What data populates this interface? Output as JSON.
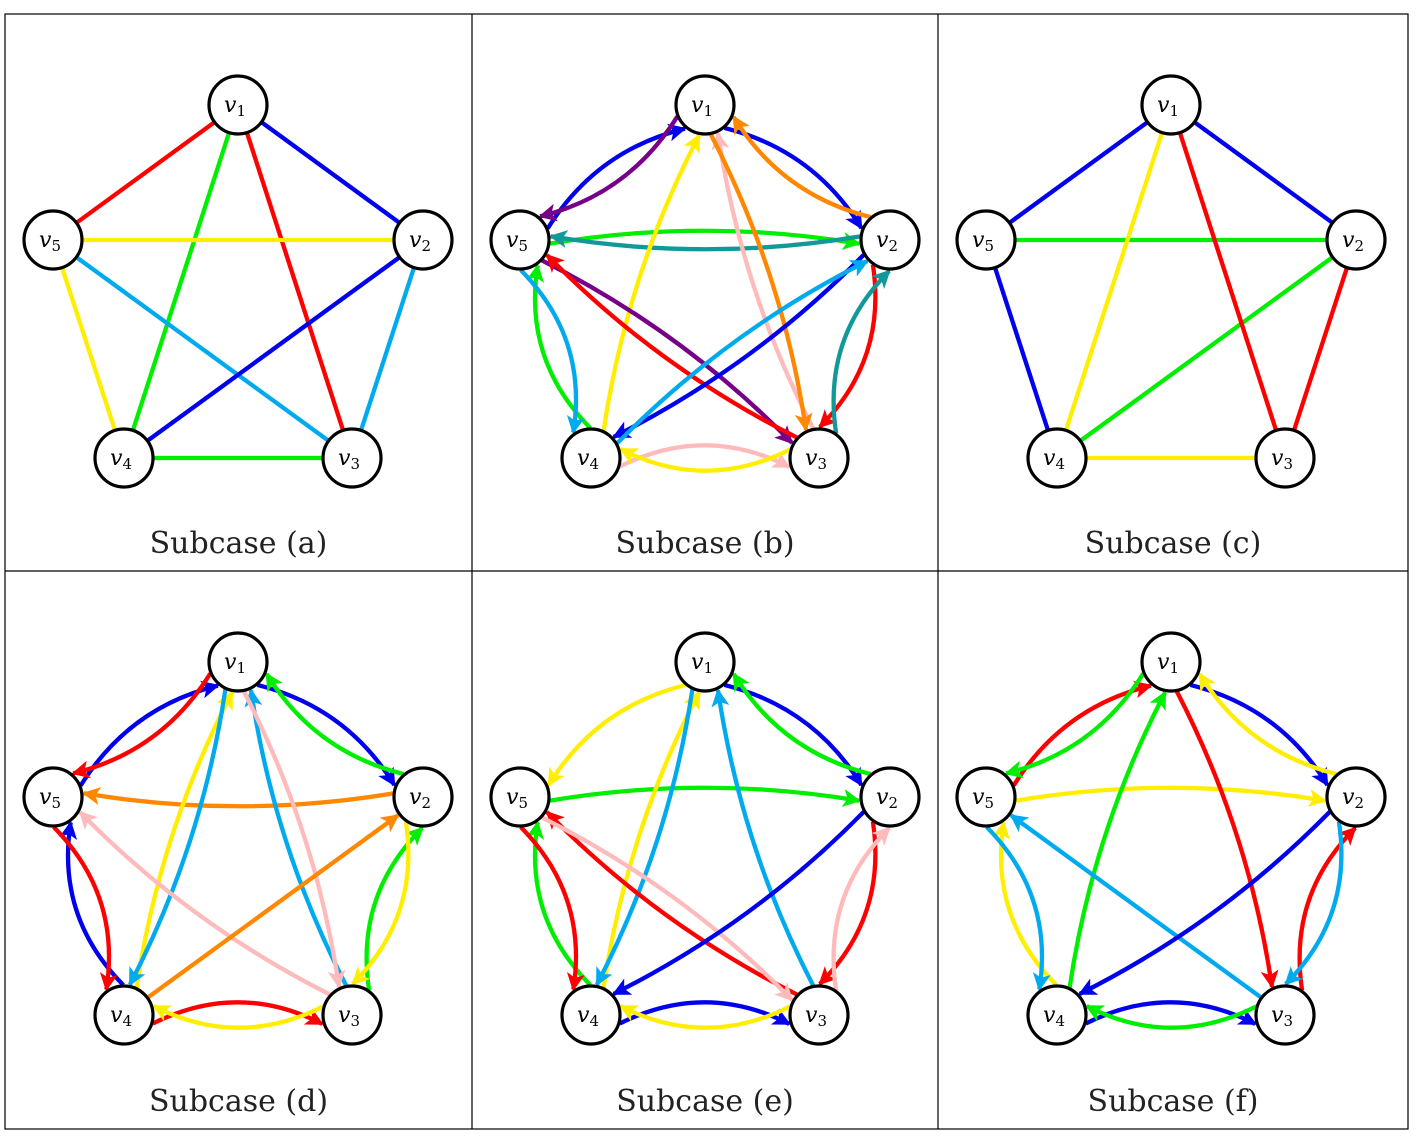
{
  "colors": {
    "red": "#ff0000",
    "blue": "#0000ee",
    "green": "#00ee00",
    "yellow": "#ffee00",
    "cyan": "#00aaee",
    "orange": "#ff8800",
    "pink": "#ffbbbb",
    "purple": "#770088",
    "teal": "#119999"
  },
  "vertex_labels": {
    "v1": "v1",
    "v2": "v2",
    "v3": "v3",
    "v4": "v4",
    "v5": "v5"
  },
  "panels": [
    {
      "caption": "Subcase (a)",
      "edges": [
        {
          "from": "v1",
          "to": "v5",
          "color": "red",
          "bend": 0,
          "arrow": false
        },
        {
          "from": "v1",
          "to": "v3",
          "color": "red",
          "bend": 0,
          "arrow": false
        },
        {
          "from": "v1",
          "to": "v2",
          "color": "blue",
          "bend": 0,
          "arrow": false
        },
        {
          "from": "v1",
          "to": "v4",
          "color": "green",
          "bend": 0,
          "arrow": false
        },
        {
          "from": "v5",
          "to": "v2",
          "color": "yellow",
          "bend": 0,
          "arrow": false
        },
        {
          "from": "v5",
          "to": "v4",
          "color": "yellow",
          "bend": 0,
          "arrow": false
        },
        {
          "from": "v5",
          "to": "v3",
          "color": "cyan",
          "bend": 0,
          "arrow": false
        },
        {
          "from": "v2",
          "to": "v4",
          "color": "blue",
          "bend": 0,
          "arrow": false
        },
        {
          "from": "v2",
          "to": "v3",
          "color": "cyan",
          "bend": 0,
          "arrow": false
        },
        {
          "from": "v4",
          "to": "v3",
          "color": "green",
          "bend": 0,
          "arrow": false
        }
      ]
    },
    {
      "caption": "Subcase (b)",
      "edges": [
        {
          "from": "v5",
          "to": "v1",
          "color": "blue",
          "bend": -0.12,
          "arrow": true
        },
        {
          "from": "v1",
          "to": "v5",
          "color": "purple",
          "bend": -0.12,
          "arrow": true
        },
        {
          "from": "v1",
          "to": "v2",
          "color": "blue",
          "bend": -0.12,
          "arrow": true
        },
        {
          "from": "v2",
          "to": "v1",
          "color": "orange",
          "bend": -0.12,
          "arrow": true
        },
        {
          "from": "v5",
          "to": "v2",
          "color": "green",
          "bend": -0.06,
          "arrow": true
        },
        {
          "from": "v2",
          "to": "v5",
          "color": "teal",
          "bend": -0.06,
          "arrow": true
        },
        {
          "from": "v2",
          "to": "v3",
          "color": "red",
          "bend": -0.15,
          "arrow": true
        },
        {
          "from": "v3",
          "to": "v2",
          "color": "teal",
          "bend": -0.15,
          "arrow": true
        },
        {
          "from": "v4",
          "to": "v3",
          "color": "pink",
          "bend": -0.15,
          "arrow": true
        },
        {
          "from": "v3",
          "to": "v4",
          "color": "yellow",
          "bend": -0.15,
          "arrow": true
        },
        {
          "from": "v4",
          "to": "v5",
          "color": "green",
          "bend": -0.15,
          "arrow": true
        },
        {
          "from": "v5",
          "to": "v4",
          "color": "cyan",
          "bend": -0.15,
          "arrow": true
        },
        {
          "from": "v4",
          "to": "v1",
          "color": "yellow",
          "bend": -0.06,
          "arrow": true
        },
        {
          "from": "v3",
          "to": "v1",
          "color": "pink",
          "bend": -0.06,
          "arrow": true
        },
        {
          "from": "v1",
          "to": "v3",
          "color": "orange",
          "bend": -0.06,
          "arrow": true
        },
        {
          "from": "v5",
          "to": "v3",
          "color": "purple",
          "bend": -0.06,
          "arrow": true
        },
        {
          "from": "v3",
          "to": "v5",
          "color": "red",
          "bend": -0.06,
          "arrow": true
        },
        {
          "from": "v2",
          "to": "v4",
          "color": "blue",
          "bend": -0.06,
          "arrow": true
        },
        {
          "from": "v4",
          "to": "v2",
          "color": "cyan",
          "bend": -0.06,
          "arrow": true
        }
      ]
    },
    {
      "caption": "Subcase (c)",
      "edges": [
        {
          "from": "v1",
          "to": "v5",
          "color": "blue",
          "bend": 0,
          "arrow": false
        },
        {
          "from": "v1",
          "to": "v2",
          "color": "blue",
          "bend": 0,
          "arrow": false
        },
        {
          "from": "v5",
          "to": "v4",
          "color": "blue",
          "bend": 0,
          "arrow": false
        },
        {
          "from": "v5",
          "to": "v2",
          "color": "green",
          "bend": 0,
          "arrow": false
        },
        {
          "from": "v2",
          "to": "v4",
          "color": "green",
          "bend": 0,
          "arrow": false
        },
        {
          "from": "v1",
          "to": "v4",
          "color": "yellow",
          "bend": 0,
          "arrow": false
        },
        {
          "from": "v4",
          "to": "v3",
          "color": "yellow",
          "bend": 0,
          "arrow": false
        },
        {
          "from": "v1",
          "to": "v3",
          "color": "red",
          "bend": 0,
          "arrow": false
        },
        {
          "from": "v2",
          "to": "v3",
          "color": "red",
          "bend": 0,
          "arrow": false
        }
      ]
    },
    {
      "caption": "Subcase (d)",
      "edges": [
        {
          "from": "v5",
          "to": "v1",
          "color": "blue",
          "bend": -0.12,
          "arrow": true
        },
        {
          "from": "v1",
          "to": "v5",
          "color": "red",
          "bend": -0.12,
          "arrow": true
        },
        {
          "from": "v1",
          "to": "v2",
          "color": "blue",
          "bend": -0.12,
          "arrow": true
        },
        {
          "from": "v2",
          "to": "v1",
          "color": "green",
          "bend": -0.12,
          "arrow": true
        },
        {
          "from": "v2",
          "to": "v5",
          "color": "orange",
          "bend": -0.06,
          "arrow": true
        },
        {
          "from": "v4",
          "to": "v5",
          "color": "blue",
          "bend": -0.15,
          "arrow": true
        },
        {
          "from": "v5",
          "to": "v4",
          "color": "red",
          "bend": -0.15,
          "arrow": true
        },
        {
          "from": "v3",
          "to": "v2",
          "color": "green",
          "bend": -0.15,
          "arrow": true
        },
        {
          "from": "v2",
          "to": "v3",
          "color": "yellow",
          "bend": -0.15,
          "arrow": true
        },
        {
          "from": "v4",
          "to": "v3",
          "color": "red",
          "bend": -0.15,
          "arrow": true
        },
        {
          "from": "v3",
          "to": "v4",
          "color": "yellow",
          "bend": -0.15,
          "arrow": true
        },
        {
          "from": "v4",
          "to": "v1",
          "color": "yellow",
          "bend": -0.06,
          "arrow": true
        },
        {
          "from": "v1",
          "to": "v4",
          "color": "cyan",
          "bend": -0.06,
          "arrow": true
        },
        {
          "from": "v3",
          "to": "v1",
          "color": "cyan",
          "bend": -0.06,
          "arrow": true
        },
        {
          "from": "v1",
          "to": "v3",
          "color": "pink",
          "bend": -0.06,
          "arrow": true
        },
        {
          "from": "v3",
          "to": "v5",
          "color": "pink",
          "bend": -0.06,
          "arrow": true
        },
        {
          "from": "v4",
          "to": "v2",
          "color": "orange",
          "bend": 0,
          "arrow": true
        }
      ]
    },
    {
      "caption": "Subcase (e)",
      "edges": [
        {
          "from": "v1",
          "to": "v5",
          "color": "yellow",
          "bend": 0.12,
          "arrow": true
        },
        {
          "from": "v1",
          "to": "v2",
          "color": "blue",
          "bend": -0.12,
          "arrow": true
        },
        {
          "from": "v2",
          "to": "v1",
          "color": "green",
          "bend": -0.12,
          "arrow": true
        },
        {
          "from": "v5",
          "to": "v2",
          "color": "green",
          "bend": -0.06,
          "arrow": true
        },
        {
          "from": "v4",
          "to": "v5",
          "color": "green",
          "bend": -0.15,
          "arrow": true
        },
        {
          "from": "v5",
          "to": "v4",
          "color": "red",
          "bend": -0.15,
          "arrow": true
        },
        {
          "from": "v2",
          "to": "v3",
          "color": "red",
          "bend": -0.15,
          "arrow": true
        },
        {
          "from": "v3",
          "to": "v2",
          "color": "pink",
          "bend": -0.15,
          "arrow": true
        },
        {
          "from": "v4",
          "to": "v3",
          "color": "blue",
          "bend": -0.15,
          "arrow": true
        },
        {
          "from": "v3",
          "to": "v4",
          "color": "yellow",
          "bend": -0.15,
          "arrow": true
        },
        {
          "from": "v4",
          "to": "v1",
          "color": "yellow",
          "bend": -0.06,
          "arrow": true
        },
        {
          "from": "v1",
          "to": "v4",
          "color": "cyan",
          "bend": -0.06,
          "arrow": true
        },
        {
          "from": "v3",
          "to": "v1",
          "color": "cyan",
          "bend": -0.06,
          "arrow": true
        },
        {
          "from": "v3",
          "to": "v5",
          "color": "red",
          "bend": -0.06,
          "arrow": true
        },
        {
          "from": "v5",
          "to": "v3",
          "color": "pink",
          "bend": -0.06,
          "arrow": true
        },
        {
          "from": "v2",
          "to": "v4",
          "color": "blue",
          "bend": -0.06,
          "arrow": true
        }
      ]
    },
    {
      "caption": "Subcase (f)",
      "edges": [
        {
          "from": "v5",
          "to": "v1",
          "color": "red",
          "bend": -0.12,
          "arrow": true
        },
        {
          "from": "v1",
          "to": "v5",
          "color": "green",
          "bend": -0.12,
          "arrow": true
        },
        {
          "from": "v1",
          "to": "v2",
          "color": "blue",
          "bend": -0.12,
          "arrow": true
        },
        {
          "from": "v2",
          "to": "v1",
          "color": "yellow",
          "bend": -0.12,
          "arrow": true
        },
        {
          "from": "v5",
          "to": "v2",
          "color": "yellow",
          "bend": -0.06,
          "arrow": true
        },
        {
          "from": "v4",
          "to": "v5",
          "color": "yellow",
          "bend": -0.15,
          "arrow": true
        },
        {
          "from": "v5",
          "to": "v4",
          "color": "cyan",
          "bend": -0.15,
          "arrow": true
        },
        {
          "from": "v3",
          "to": "v2",
          "color": "red",
          "bend": -0.15,
          "arrow": true
        },
        {
          "from": "v2",
          "to": "v3",
          "color": "cyan",
          "bend": -0.15,
          "arrow": true
        },
        {
          "from": "v4",
          "to": "v3",
          "color": "blue",
          "bend": -0.15,
          "arrow": true
        },
        {
          "from": "v3",
          "to": "v4",
          "color": "green",
          "bend": -0.15,
          "arrow": true
        },
        {
          "from": "v4",
          "to": "v1",
          "color": "green",
          "bend": -0.06,
          "arrow": true
        },
        {
          "from": "v1",
          "to": "v3",
          "color": "red",
          "bend": -0.06,
          "arrow": true
        },
        {
          "from": "v3",
          "to": "v5",
          "color": "cyan",
          "bend": 0,
          "arrow": true
        },
        {
          "from": "v2",
          "to": "v4",
          "color": "blue",
          "bend": -0.06,
          "arrow": true
        }
      ]
    }
  ]
}
